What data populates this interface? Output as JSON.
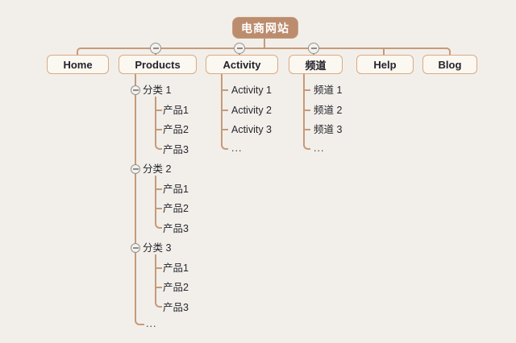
{
  "root": {
    "label": "电商网站"
  },
  "level1": [
    {
      "label": "Home"
    },
    {
      "label": "Products"
    },
    {
      "label": "Activity"
    },
    {
      "label": "频道"
    },
    {
      "label": "Help"
    },
    {
      "label": "Blog"
    }
  ],
  "branches": {
    "products": {
      "groups": [
        {
          "label": "分类 1",
          "items": [
            "产品1",
            "产品2",
            "产品3"
          ]
        },
        {
          "label": "分类 2",
          "items": [
            "产品1",
            "产品2",
            "产品3"
          ]
        },
        {
          "label": "分类 3",
          "items": [
            "产品1",
            "产品2",
            "产品3"
          ]
        }
      ],
      "more": "..."
    },
    "activity": {
      "items": [
        "Activity 1",
        "Activity 2",
        "Activity 3"
      ],
      "more": "..."
    },
    "channel": {
      "items": [
        "频道 1",
        "频道 2",
        "频道 3"
      ],
      "more": "..."
    }
  },
  "icons": {
    "collapse": "minus-circle-icon"
  },
  "colors": {
    "background": "#f2efea",
    "root_fill": "#bc8c6e",
    "root_text": "#ffffff",
    "node_fill": "#fbf7f1",
    "node_border": "#d9ab84",
    "node_text": "#23232b",
    "connector": "#c59a79",
    "collapse_stroke": "#939393"
  }
}
